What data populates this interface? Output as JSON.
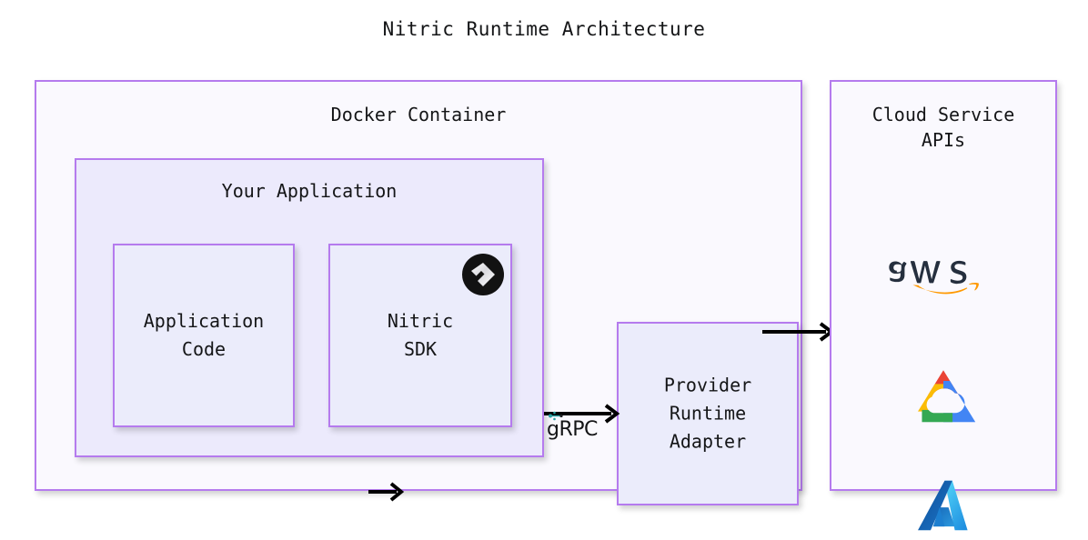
{
  "title": "Nitric Runtime Architecture",
  "colors": {
    "border_purple": "#b57bee",
    "outer_fill": "#faf9fe",
    "inner_fill": "#eceafc",
    "leaf_fill": "#ebecfb",
    "text": "#141517",
    "arrow": "#000000",
    "grpc_teal": "#2aa3a3",
    "aws_text": "#252f3e",
    "aws_smile": "#ff9900",
    "gcp_red": "#ea4335",
    "gcp_yellow": "#fbbc05",
    "gcp_green": "#34a853",
    "gcp_blue": "#4285f4",
    "azure_light": "#37c2f0",
    "azure_dark": "#0b5ca8",
    "nitric_badge": "#121212"
  },
  "docker_container": {
    "label": "Docker Container",
    "your_application": {
      "label": "Your Application",
      "application_code": {
        "label": "Application\nCode"
      },
      "nitric_sdk": {
        "label": "Nitric\nSDK",
        "badge_icon": "nitric-logo-icon"
      }
    },
    "provider_runtime_adapter": {
      "label": "Provider\nRuntime\nAdapter"
    }
  },
  "cloud_service_apis": {
    "label": "Cloud Service\nAPIs",
    "providers": [
      {
        "name": "aws",
        "icon": "aws-logo-icon",
        "label": "aws"
      },
      {
        "name": "gcp",
        "icon": "google-cloud-logo-icon",
        "label": "Google Cloud"
      },
      {
        "name": "azure",
        "icon": "azure-logo-icon",
        "label": "Azure"
      }
    ]
  },
  "connections": [
    {
      "from": "application-code",
      "to": "nitric-sdk",
      "label": "",
      "icon": "arrow-right-icon"
    },
    {
      "from": "nitric-sdk",
      "to": "provider-runtime-adapter",
      "label": "gRPC",
      "icon": "arrow-right-icon"
    },
    {
      "from": "provider-runtime-adapter",
      "to": "cloud-service-apis",
      "label": "",
      "icon": "arrow-right-icon"
    }
  ]
}
